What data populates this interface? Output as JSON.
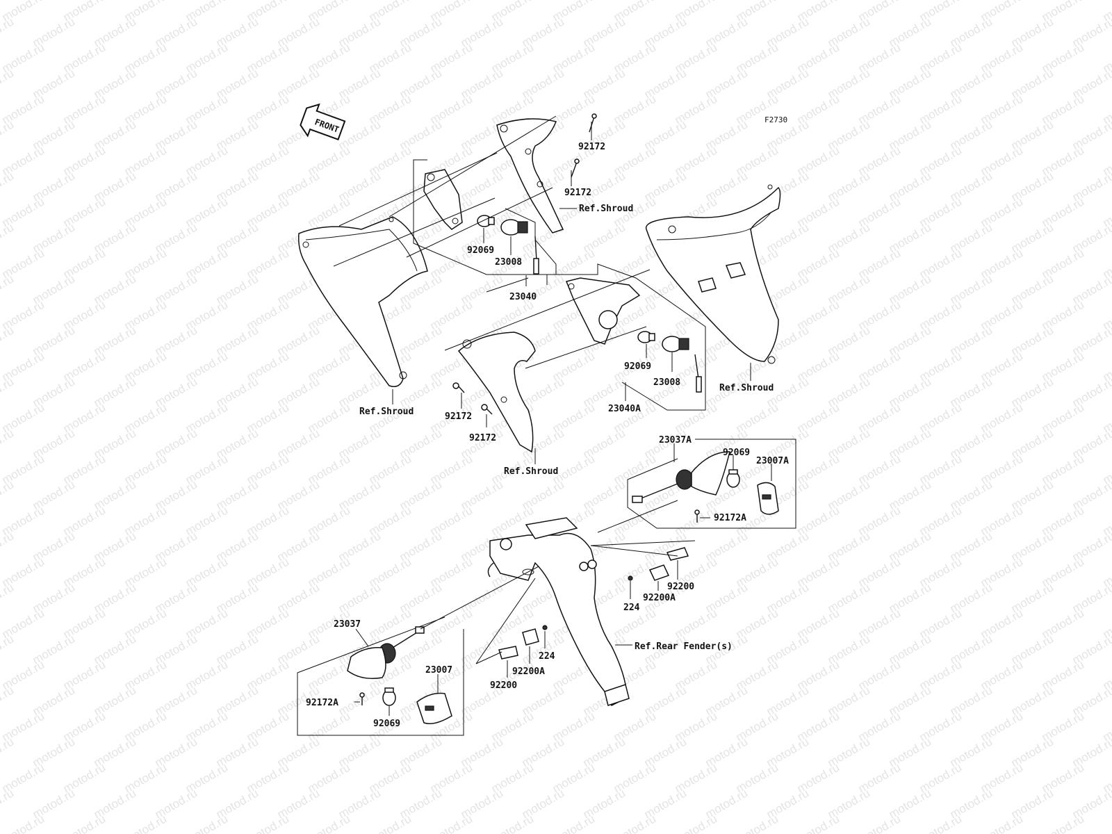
{
  "figure_id": "F2730",
  "watermark_text": "motod.ru",
  "front_arrow_text": "FRONT",
  "colors": {
    "line": "#111111",
    "watermark": "#e4e4e4",
    "background": "#ffffff"
  },
  "labels": {
    "bolt_92172_a": "92172",
    "bolt_92172_b": "92172",
    "ref_shroud_top": "Ref.Shroud",
    "bulb_92069_a": "92069",
    "socket_23008_a": "23008",
    "assy_23040": "23040",
    "bulb_92069_b": "92069",
    "socket_23008_b": "23008",
    "ref_shroud_right": "Ref.Shroud",
    "ref_shroud_left": "Ref.Shroud",
    "bolt_92172_c": "92172",
    "assy_23040A": "23040A",
    "bolt_92172_d": "92172",
    "ref_shroud_bottom": "Ref.Shroud",
    "assy_23037A": "23037A",
    "bulb_92069_c": "92069",
    "lens_23007A": "23007A",
    "screw_92172A_a": "92172A",
    "plate_92200_a": "92200",
    "nut_224_a": "224",
    "plate_92200A_a": "92200A",
    "ref_rear_fender": "Ref.Rear Fender(s)",
    "assy_23037": "23037",
    "nut_224_b": "224",
    "plate_92200A_b": "92200A",
    "plate_92200_b": "92200",
    "lens_23007": "23007",
    "screw_92172A_b": "92172A",
    "bulb_92069_d": "92069"
  }
}
